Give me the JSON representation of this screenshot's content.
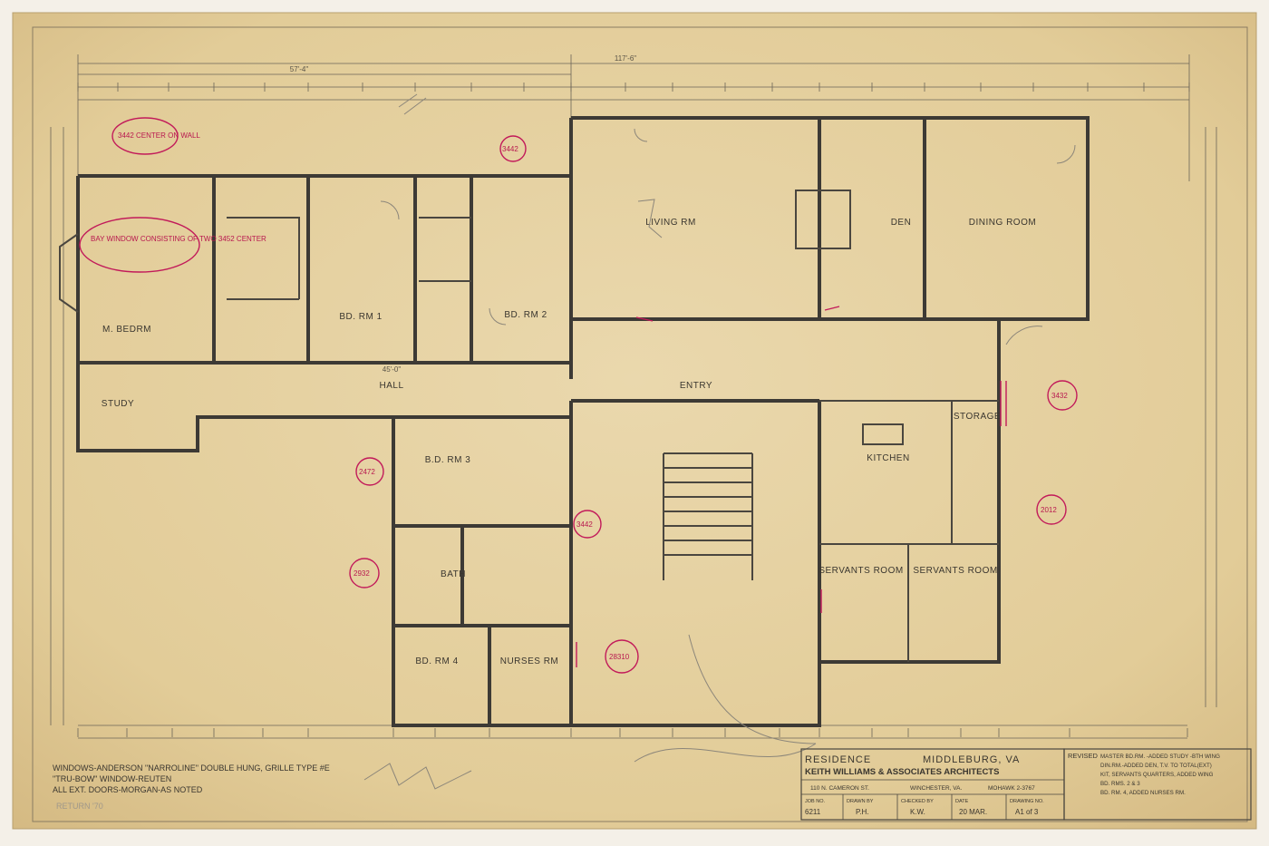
{
  "title_block": {
    "project": "RESIDENCE",
    "location": "MIDDLEBURG, VA",
    "firm": "KEITH WILLIAMS & ASSOCIATES ARCHITECTS",
    "address": "110 N. CAMERON ST.",
    "city": "WINCHESTER, VA.",
    "phone": "MOHAWK 2-3767",
    "job_no_label": "JOB NO.",
    "job_no": "6211",
    "drawn_by_label": "DRAWN BY",
    "drawn_by": "P.H.",
    "checked_by_label": "CHECKED BY",
    "checked_by": "K.W.",
    "date_label": "DATE",
    "date": "20 MAR.",
    "drawing_no_label": "DRAWING NO.",
    "drawing_no": "A1 of 3"
  },
  "revisions": {
    "label": "REVISED",
    "lines": [
      "MASTER BD.RM. -ADDED STUDY -BTH WING",
      "DIN.RM.-ADDED DEN, T.V. TO TOTAL(EXT)",
      "KIT, SERVANTS QUARTERS, ADDED WING",
      "BD. RMS. 2 & 3",
      "BD. RM. 4, ADDED NURSES RM."
    ]
  },
  "notes": {
    "window_note_1": "WINDOWS-ANDERSON \"NARROLINE\" DOUBLE HUNG, GRILLE TYPE #E",
    "window_note_2": "\"TRU-BOW\" WINDOW-REUTEN",
    "window_note_3": "ALL EXT. DOORS-MORGAN-AS NOTED",
    "return_note": "RETURN '70"
  },
  "overall_dims": {
    "total_width": "117'-6\"",
    "left_width": "57'-4\"",
    "hall_length": "45'-0\""
  },
  "rooms": {
    "m_bedrm": "M. BEDRM",
    "study": "STUDY",
    "bd_rm_1": "BD. RM 1",
    "bd_rm_2": "BD. RM 2",
    "hall": "HALL",
    "living_rm": "LIVING RM",
    "den": "DEN",
    "dining_room": "DINING ROOM",
    "entry": "ENTRY",
    "bd_rm_3": "B.D. RM 3",
    "bath": "BATH",
    "bd_rm_4": "BD. RM 4",
    "nurses_rm": "NURSES RM",
    "kitchen": "KITCHEN",
    "servants_room_1": "SERVANTS ROOM",
    "servants_room_2": "SERVANTS ROOM",
    "storage": "STORAGE"
  },
  "annotations": [
    "BAY WINDOW CONSISTING OF TWO 3452 CENTER",
    "3442 CENTER ON WALL",
    "3442",
    "28310",
    "2932",
    "2012",
    "2472",
    "3442",
    "3432"
  ],
  "colors": {
    "paper": "#e7d3a6",
    "ink": "#3d3a35",
    "redline": "#c21a5a"
  }
}
